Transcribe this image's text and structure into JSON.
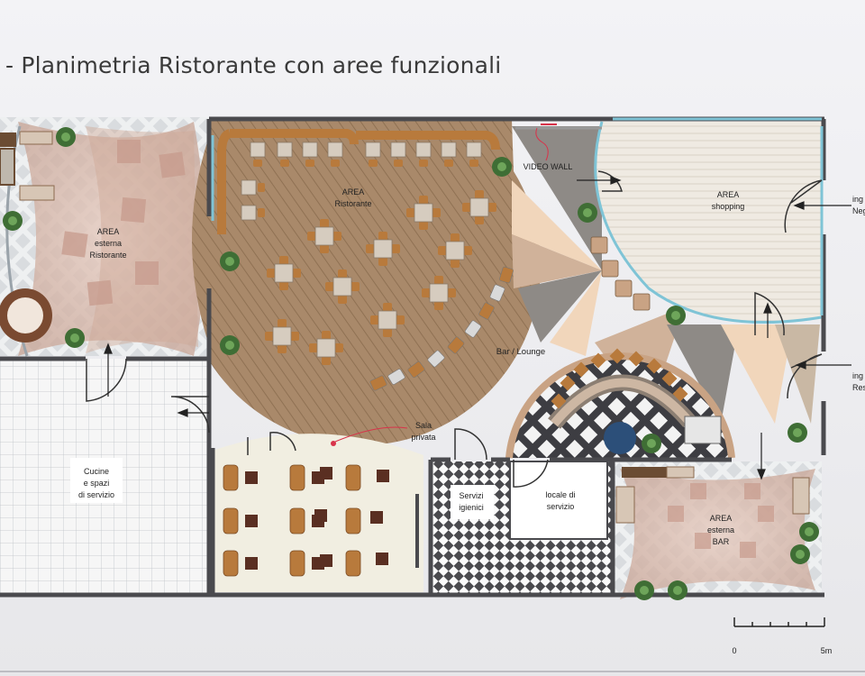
{
  "slide": {
    "title": "- Planimetria Ristorante con aree funzionali"
  },
  "areas": {
    "esterna_ristorante": [
      "AREA",
      "esterna",
      "Ristorante"
    ],
    "ristorante": [
      "AREA",
      "Ristorante"
    ],
    "shopping": [
      "AREA",
      "shopping"
    ],
    "video_wall": "VIDEO WALL",
    "bar_lounge": "Bar / Lounge",
    "sala_privata": [
      "Sala",
      "privata"
    ],
    "cucine": [
      "Cucine",
      "e spazi",
      "di servizio"
    ],
    "servizi_igienici": [
      "Servizi",
      "igienici"
    ],
    "locale_servizio": [
      "locale di",
      "servizio"
    ],
    "esterna_bar": [
      "AREA",
      "esterna",
      "BAR"
    ]
  },
  "entrances": {
    "negozio": [
      "ing",
      "Neg"
    ],
    "restaurant": [
      "ing",
      "Res"
    ]
  },
  "scale_bar": {
    "start_label": "0",
    "end_label": "5m",
    "segments": 5
  },
  "colors": {
    "wall": "#4a4a4e",
    "wood": "#a9896a",
    "floor_light": "#f1eee8",
    "chair": "#b87a3c",
    "table": "#d6ccbf",
    "plant": "#3f6e35",
    "accent_red": "#d8334a",
    "glass": "#7fc4d6"
  }
}
